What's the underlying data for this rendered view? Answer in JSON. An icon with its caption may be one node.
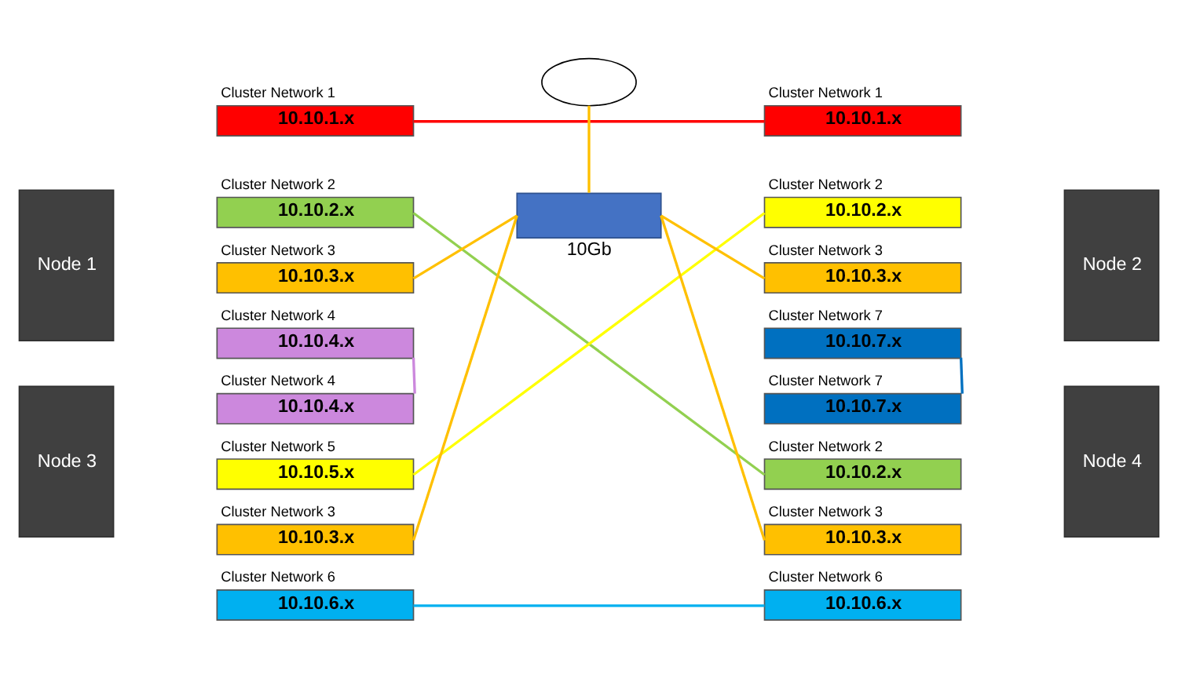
{
  "diagram": {
    "nodes": [
      {
        "text": [
          "Node 1"
        ]
      },
      {
        "text": [
          "Cluster Network 1",
          "10.10.1.x"
        ]
      },
      {
        "text": [
          "Cluster Network 2",
          "10.10.2.x"
        ]
      },
      {
        "text": [
          "Cluster Network 3",
          "10.10.3.x"
        ]
      },
      {
        "text": [
          "Cluster Network 4",
          "10.10.4.x"
        ]
      },
      {
        "text": [
          "Node 3"
        ]
      },
      {
        "text": [
          "Cluster Network 4",
          "10.10.4.x"
        ]
      },
      {
        "text": [
          "Cluster Network 5",
          "10.10.5.x"
        ]
      },
      {
        "text": [
          "Cluster Network 3",
          "10.10.3.x"
        ]
      },
      {
        "text": [
          "Cluster Network 6",
          "10.10.6.x"
        ]
      },
      {
        "text": [],
        "shape": "cloud"
      },
      {
        "text": [],
        "shape": "box",
        "beside": [
          "10Gb"
        ]
      },
      {
        "text": [
          "Node 2"
        ]
      },
      {
        "text": [
          "Cluster Network 1",
          "10.10.1.x"
        ]
      },
      {
        "text": [
          "Cluster Network 2",
          "10.10.2.x"
        ]
      },
      {
        "text": [
          "Cluster Network 3",
          "10.10.3.x"
        ]
      },
      {
        "text": [
          "Cluster Network 7",
          "10.10.7.x"
        ]
      },
      {
        "text": [
          "Node 4"
        ]
      },
      {
        "text": [
          "Cluster Network 7",
          "10.10.7.x"
        ]
      },
      {
        "text": [
          "Cluster Network 2",
          "10.10.2.x"
        ]
      },
      {
        "text": [
          "Cluster Network 3",
          "10.10.3.x"
        ]
      },
      {
        "text": [
          "Cluster Network 6",
          "10.10.6.x"
        ]
      }
    ],
    "edges": [
      {
        "from": 10,
        "to": 11,
        "arrow": "none"
      },
      {
        "from": 1,
        "to": 13,
        "arrow": "none",
        "color": "#ff0000"
      },
      {
        "from": 2,
        "to": 19,
        "arrow": "none",
        "color": "#92d050"
      },
      {
        "from": 3,
        "to": 11,
        "arrow": "none"
      },
      {
        "from": 4,
        "to": 6,
        "arrow": "none",
        "color": "#cc88dd"
      },
      {
        "from": 7,
        "to": 14,
        "arrow": "none",
        "color": "#ffff00"
      },
      {
        "from": 8,
        "to": 11,
        "arrow": "none"
      },
      {
        "from": 9,
        "to": 21,
        "arrow": "none",
        "color": "#00b0f0"
      },
      {
        "from": 11,
        "to": 15,
        "arrow": "none"
      },
      {
        "from": 11,
        "to": 20,
        "arrow": "none"
      },
      {
        "from": 16,
        "to": 18,
        "arrow": "none",
        "color": "#0070c0"
      }
    ]
  }
}
